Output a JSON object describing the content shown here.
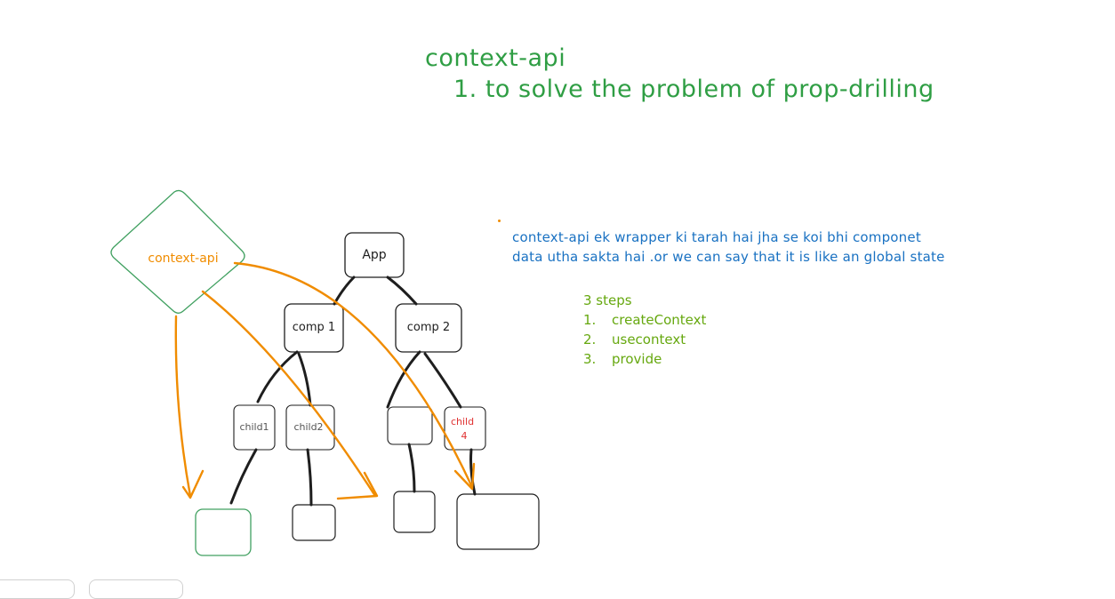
{
  "title": {
    "line1": "context-api",
    "line2": "1. to solve the problem of prop-drilling"
  },
  "description": {
    "line1": "context-api ek wrapper ki tarah hai jha se koi bhi componet",
    "line2": "data utha sakta hai .or we can say that it is like an global state"
  },
  "steps": {
    "heading": "3 steps",
    "items": [
      {
        "num": "1.",
        "text": "createContext"
      },
      {
        "num": "2.",
        "text": "usecontext"
      },
      {
        "num": "3.",
        "text": "provide"
      }
    ]
  },
  "diagram": {
    "context_label": "context-api",
    "nodes": {
      "app": "App",
      "comp1": "comp 1",
      "comp2": "comp 2",
      "child1": "child1",
      "child2": "child2",
      "child4_line1": "child",
      "child4_line2": "4"
    }
  },
  "colors": {
    "title": "#2f9e44",
    "description": "#1971c2",
    "steps": "#66a80f",
    "context": "#f08c00",
    "diamond": "#40a060",
    "node_stroke": "#1e1e1e",
    "child4_text": "#e03131"
  }
}
